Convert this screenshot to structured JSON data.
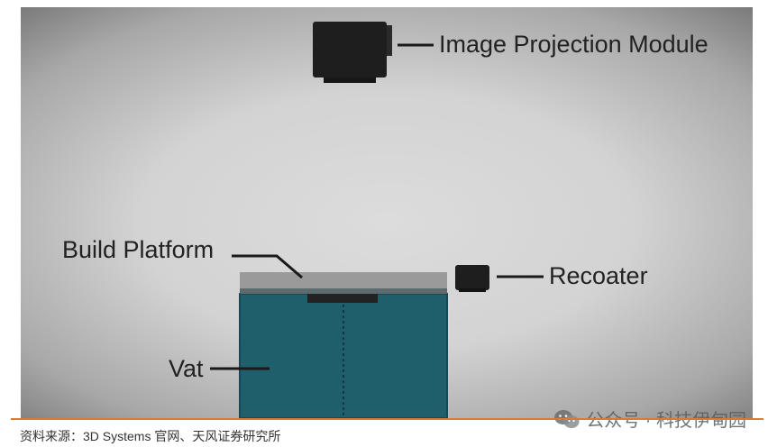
{
  "diagram": {
    "labels": {
      "image_projection_module": "Image Projection Module",
      "build_platform": "Build Platform",
      "recoater": "Recoater",
      "vat": "Vat"
    },
    "colors": {
      "vat": "#1f5f6c",
      "platform": "#9a9a9a",
      "module": "#1e1e1e",
      "leader": "#1a1a1a"
    }
  },
  "footer": {
    "source": "资料来源：3D Systems 官网、天风证券研究所",
    "watermark": "公众号 · 科技伊甸园",
    "watermark_icon": "wechat-icon",
    "rule_color": "#e07a2a"
  }
}
